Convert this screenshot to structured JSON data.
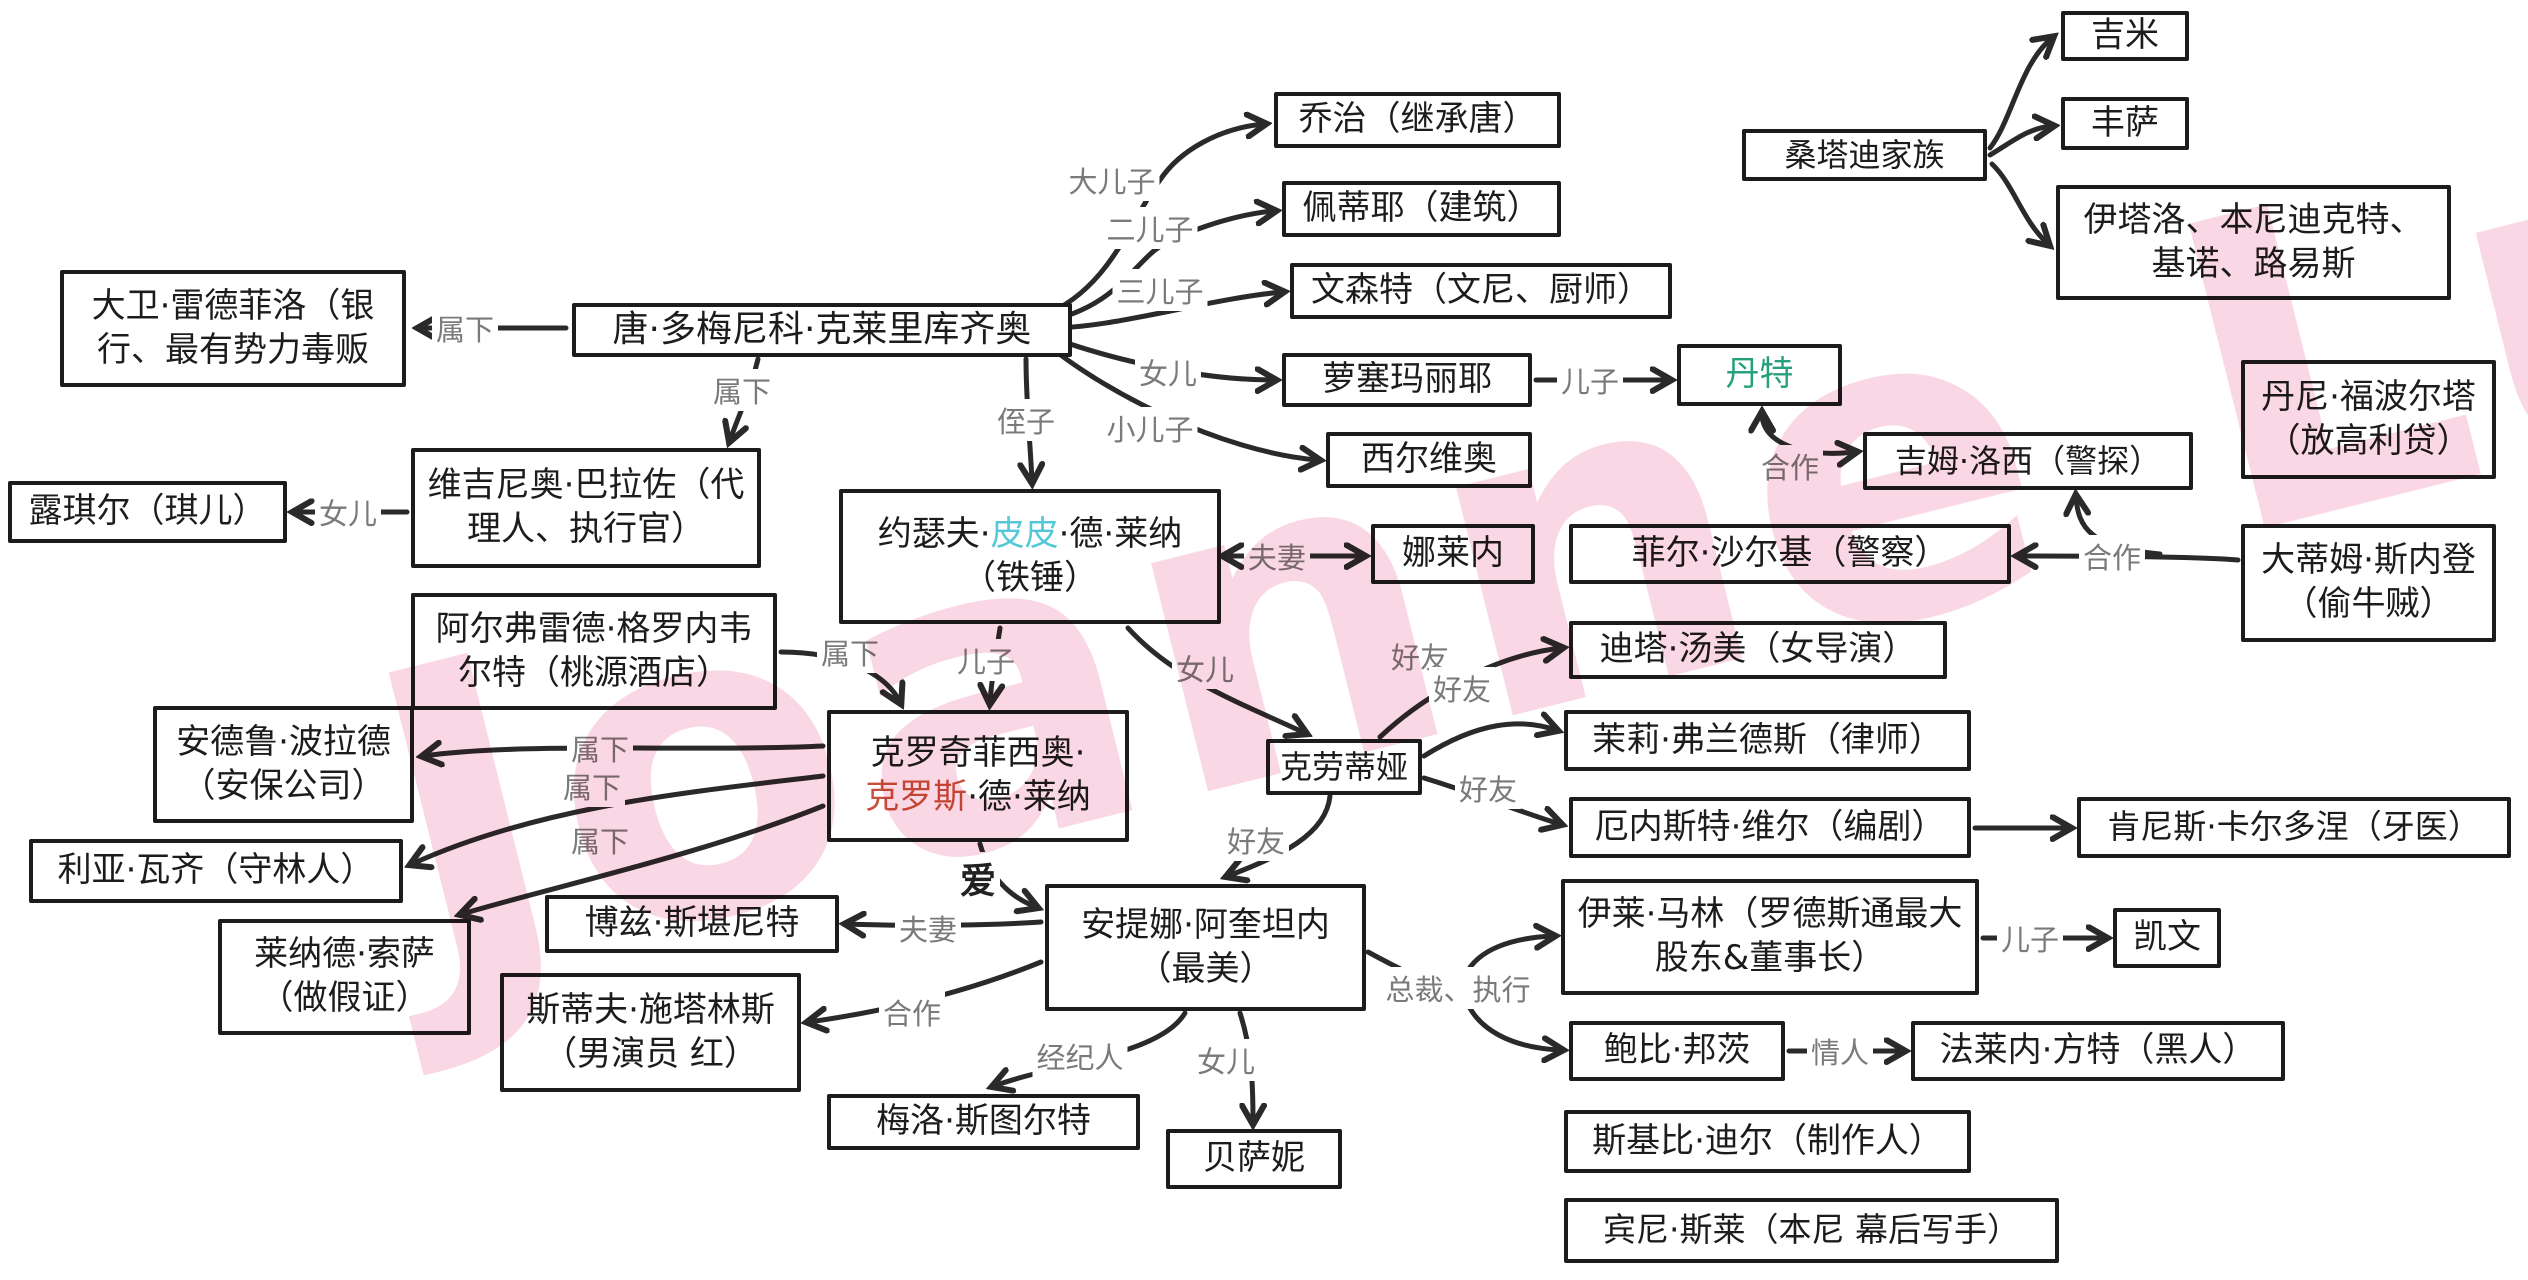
{
  "watermark": {
    "text": "Joanne Luo"
  },
  "colors": {
    "node_border": "#1c1c1c",
    "edge_label_gray": "#7a7a7a",
    "highlight_teal": "#27a07c",
    "highlight_cyan": "#54c8d8",
    "highlight_red": "#c8503a",
    "watermark_pink": "#f8cadb"
  },
  "nodes": {
    "david": {
      "label": "大卫·雷德菲洛（银行、最有势力毒贩"
    },
    "don": {
      "label": "唐·多梅尼科·克莱里库齐奥"
    },
    "george": {
      "label": "乔治（继承唐）"
    },
    "petie": {
      "label": "佩蒂耶（建筑）"
    },
    "vincent": {
      "label": "文森特（文尼、厨师）"
    },
    "rosemarie": {
      "label": "萝塞玛丽耶"
    },
    "dante": {
      "label": "丹特"
    },
    "silvio": {
      "label": "西尔维奥"
    },
    "santadio": {
      "label": "桑塔迪家族"
    },
    "jimmy": {
      "label": "吉米"
    },
    "fonsa": {
      "label": "丰萨"
    },
    "italo": {
      "label": "伊塔洛、本尼迪克特、基诺、路易斯"
    },
    "jim_losey": {
      "label": "吉姆·洛西（警探）"
    },
    "danny": {
      "label": "丹尼·福波尔塔（放高利贷）"
    },
    "phil": {
      "label": "菲尔·沙尔基（警察）"
    },
    "big_tim": {
      "label": "大蒂姆·斯内登（偷牛贼）"
    },
    "lucille": {
      "label": "露琪尔（琪儿）"
    },
    "virginio": {
      "label": "维吉尼奥·巴拉佐（代理人、执行官）"
    },
    "pippi": {
      "name_pre": "约瑟夫·",
      "name_highlight": "皮皮",
      "name_post": "·德·莱纳",
      "subtitle": "（铁锤）"
    },
    "nalene": {
      "label": "娜莱内"
    },
    "alfred": {
      "label": "阿尔弗雷德·格罗内韦尔特（桃源酒店）"
    },
    "cross": {
      "line1": "克罗奇菲西奥·",
      "name_highlight": "克罗斯",
      "name_post": "·德·莱纳"
    },
    "claudia": {
      "label": "克劳蒂娅"
    },
    "dita": {
      "label": "迪塔·汤美（女导演）"
    },
    "molly": {
      "label": "茉莉·弗兰德斯（律师）"
    },
    "ernest": {
      "label": "厄内斯特·维尔（编剧）"
    },
    "kenneth": {
      "label": "肯尼斯·卡尔多涅（牙医）"
    },
    "andrew": {
      "label": "安德鲁·波拉德（安保公司）"
    },
    "lia": {
      "label": "利亚·瓦齐（守林人）"
    },
    "leonard": {
      "label": "莱纳德·索萨（做假证）"
    },
    "boz": {
      "label": "博兹·斯堪尼特"
    },
    "steve": {
      "label": "斯蒂夫·施塔林斯（男演员 红）"
    },
    "athena": {
      "label": "安提娜·阿奎坦内（最美）"
    },
    "melo": {
      "label": "梅洛·斯图尔特"
    },
    "bethany": {
      "label": "贝萨妮"
    },
    "eli": {
      "label": "伊莱·马林（罗德斯通最大股东&董事长）"
    },
    "kevin": {
      "label": "凯文"
    },
    "bobby": {
      "label": "鲍比·邦茨"
    },
    "falene": {
      "label": "法莱内·方特（黑人）"
    },
    "skippy": {
      "label": "斯基比·迪尔（制作人）"
    },
    "benny": {
      "label": "宾尼·斯莱（本尼 幕后写手）"
    }
  },
  "relations": {
    "subordinate": "属下",
    "nephew": "侄子",
    "eldest_son": "大儿子",
    "second_son": "二儿子",
    "third_son": "三儿子",
    "daughter": "女儿",
    "youngest_son": "小儿子",
    "son": "儿子",
    "cooperate": "合作",
    "couple": "夫妻",
    "friend": "好友",
    "love": "爱",
    "agent": "经纪人",
    "president_exec": "总裁、执行",
    "lover": "情人"
  }
}
